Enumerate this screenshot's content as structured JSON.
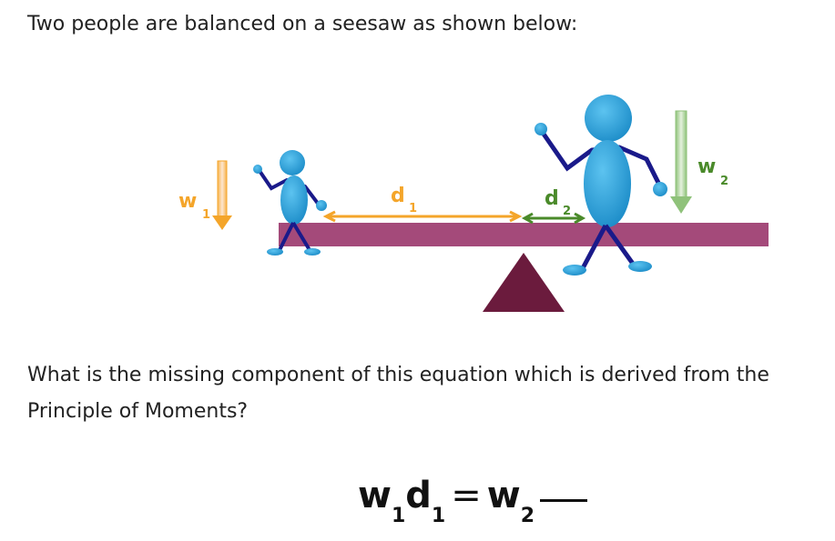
{
  "question": {
    "intro": "Two people are balanced on a seesaw as shown below:",
    "prompt": "What is the missing component of this equation which is derived from the Principle of Moments?"
  },
  "figure": {
    "labels": {
      "w1": "w",
      "w1_sub": "1",
      "d1": "d",
      "d1_sub": "1",
      "d2": "d",
      "d2_sub": "2",
      "w2": "w",
      "w2_sub": "2"
    },
    "colors": {
      "plank": "#a44a7a",
      "fulcrum": "#6b1b3d",
      "person": "#2a9fd8",
      "limbs": "#1a1a8a",
      "orange": "#f4a52a",
      "green": "#5a9a3a"
    }
  },
  "equation": {
    "w1": "w",
    "w1_sub": "1",
    "d1": "d",
    "d1_sub": "1",
    "eq": "=",
    "w2": "w",
    "w2_sub": "2"
  }
}
